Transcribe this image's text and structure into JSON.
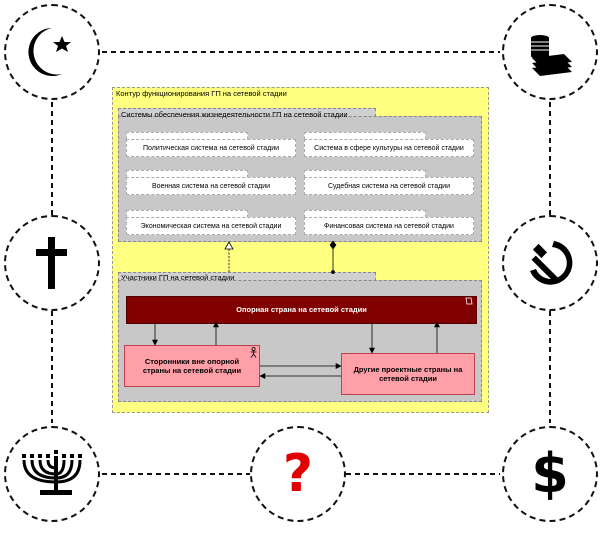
{
  "outer_title": "Контур функционирования ГП на сетевой стадии",
  "support": {
    "title": "Системы обеспечения жизнедеятельности ГП на сетевой стадии",
    "systems": [
      "Политическая система на сетевой стадии",
      "Система в сфере культуры на сетевой стадии",
      "Военная система на сетевой стадии",
      "Судебная система на сетевой стадии",
      "Экономическая система на сетевой стадии",
      "Финансовая система на сетевой стадии"
    ]
  },
  "participants": {
    "title": "Участники ГП на сетевой стадии",
    "anchor": "Опорная страна на сетевой стадии",
    "supporters": "Сторонники вне опорной страны на сетевой стадии",
    "others": "Другие проектные страны на сетевой стадии"
  },
  "icons": {
    "islam": "crescent-star-icon",
    "money": "money-stack-icon",
    "christianity": "cross-icon",
    "communism": "hammer-sickle-icon",
    "judaism": "menorah-icon",
    "unknown": "question-mark-icon",
    "dollar": "dollar-icon"
  },
  "question_glyph": "?",
  "dollar_glyph": "$",
  "colors": {
    "outer": "#ffff80",
    "anchor": "#800000",
    "pink": "#ffa0a8",
    "question": "#e00000"
  }
}
